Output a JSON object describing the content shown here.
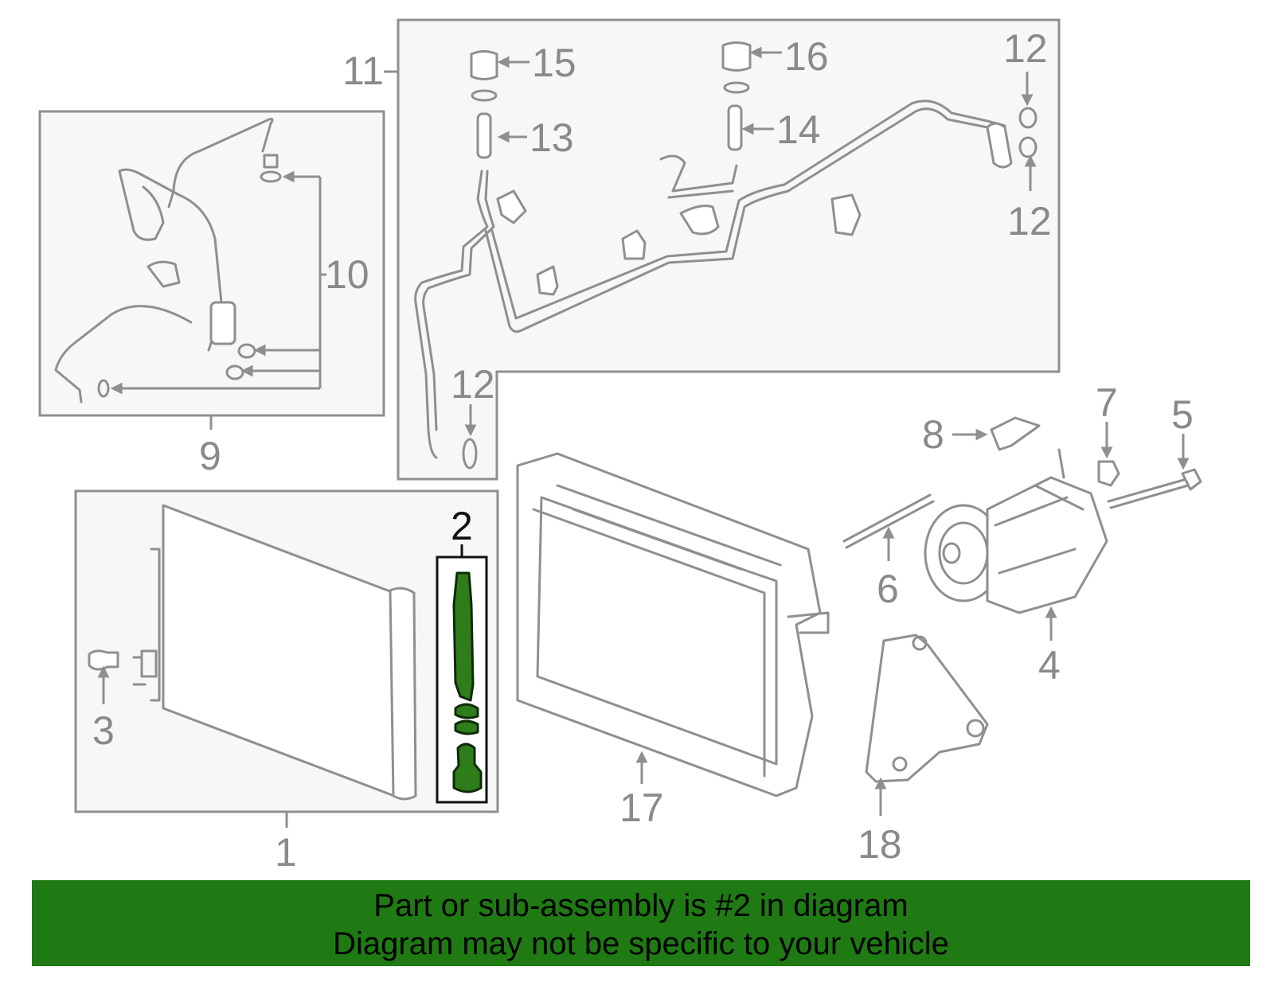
{
  "callouts": {
    "c1": "1",
    "c2": "2",
    "c3": "3",
    "c4": "4",
    "c5": "5",
    "c6": "6",
    "c7": "7",
    "c8": "8",
    "c9": "9",
    "c10": "10",
    "c11": "11",
    "c12a": "12",
    "c12b": "12",
    "c12c": "12",
    "c13": "13",
    "c14": "14",
    "c15": "15",
    "c16": "16",
    "c17": "17",
    "c18": "18"
  },
  "highlighted_part": "2",
  "banner": {
    "line1": "Part or sub-assembly is #2 in diagram",
    "line2": "Diagram may not be specific to your vehicle"
  },
  "colors": {
    "banner": "#1f7a14",
    "highlight": "#2e7d1a",
    "line_art": "#8f8f8f"
  }
}
